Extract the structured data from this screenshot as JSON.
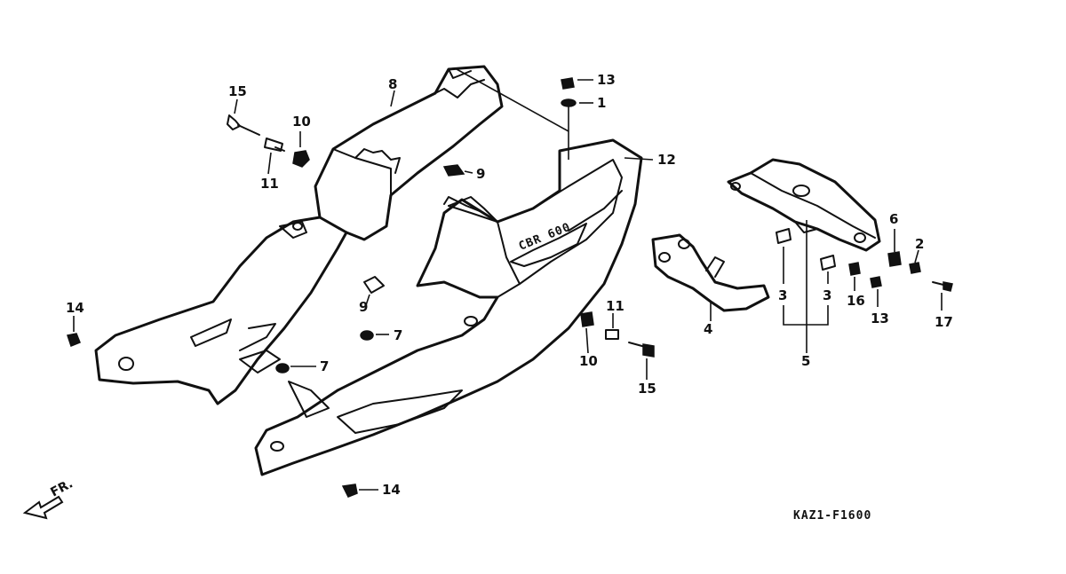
{
  "diagram_code": "KAZ1-F1600",
  "direction_label": "FR.",
  "callouts": [
    {
      "id": "c1",
      "label": "1"
    },
    {
      "id": "c2",
      "label": "2"
    },
    {
      "id": "c3a",
      "label": "3"
    },
    {
      "id": "c3b",
      "label": "3"
    },
    {
      "id": "c4",
      "label": "4"
    },
    {
      "id": "c5",
      "label": "5"
    },
    {
      "id": "c6",
      "label": "6"
    },
    {
      "id": "c7a",
      "label": "7"
    },
    {
      "id": "c7b",
      "label": "7"
    },
    {
      "id": "c8",
      "label": "8"
    },
    {
      "id": "c9a",
      "label": "9"
    },
    {
      "id": "c9b",
      "label": "9"
    },
    {
      "id": "c10a",
      "label": "10"
    },
    {
      "id": "c10b",
      "label": "10"
    },
    {
      "id": "c11a",
      "label": "11"
    },
    {
      "id": "c11b",
      "label": "11"
    },
    {
      "id": "c12",
      "label": "12"
    },
    {
      "id": "c13a",
      "label": "13"
    },
    {
      "id": "c13b",
      "label": "13"
    },
    {
      "id": "c14a",
      "label": "14"
    },
    {
      "id": "c14b",
      "label": "14"
    },
    {
      "id": "c15a",
      "label": "15"
    },
    {
      "id": "c15b",
      "label": "15"
    },
    {
      "id": "c16",
      "label": "16"
    },
    {
      "id": "c17",
      "label": "17"
    }
  ]
}
